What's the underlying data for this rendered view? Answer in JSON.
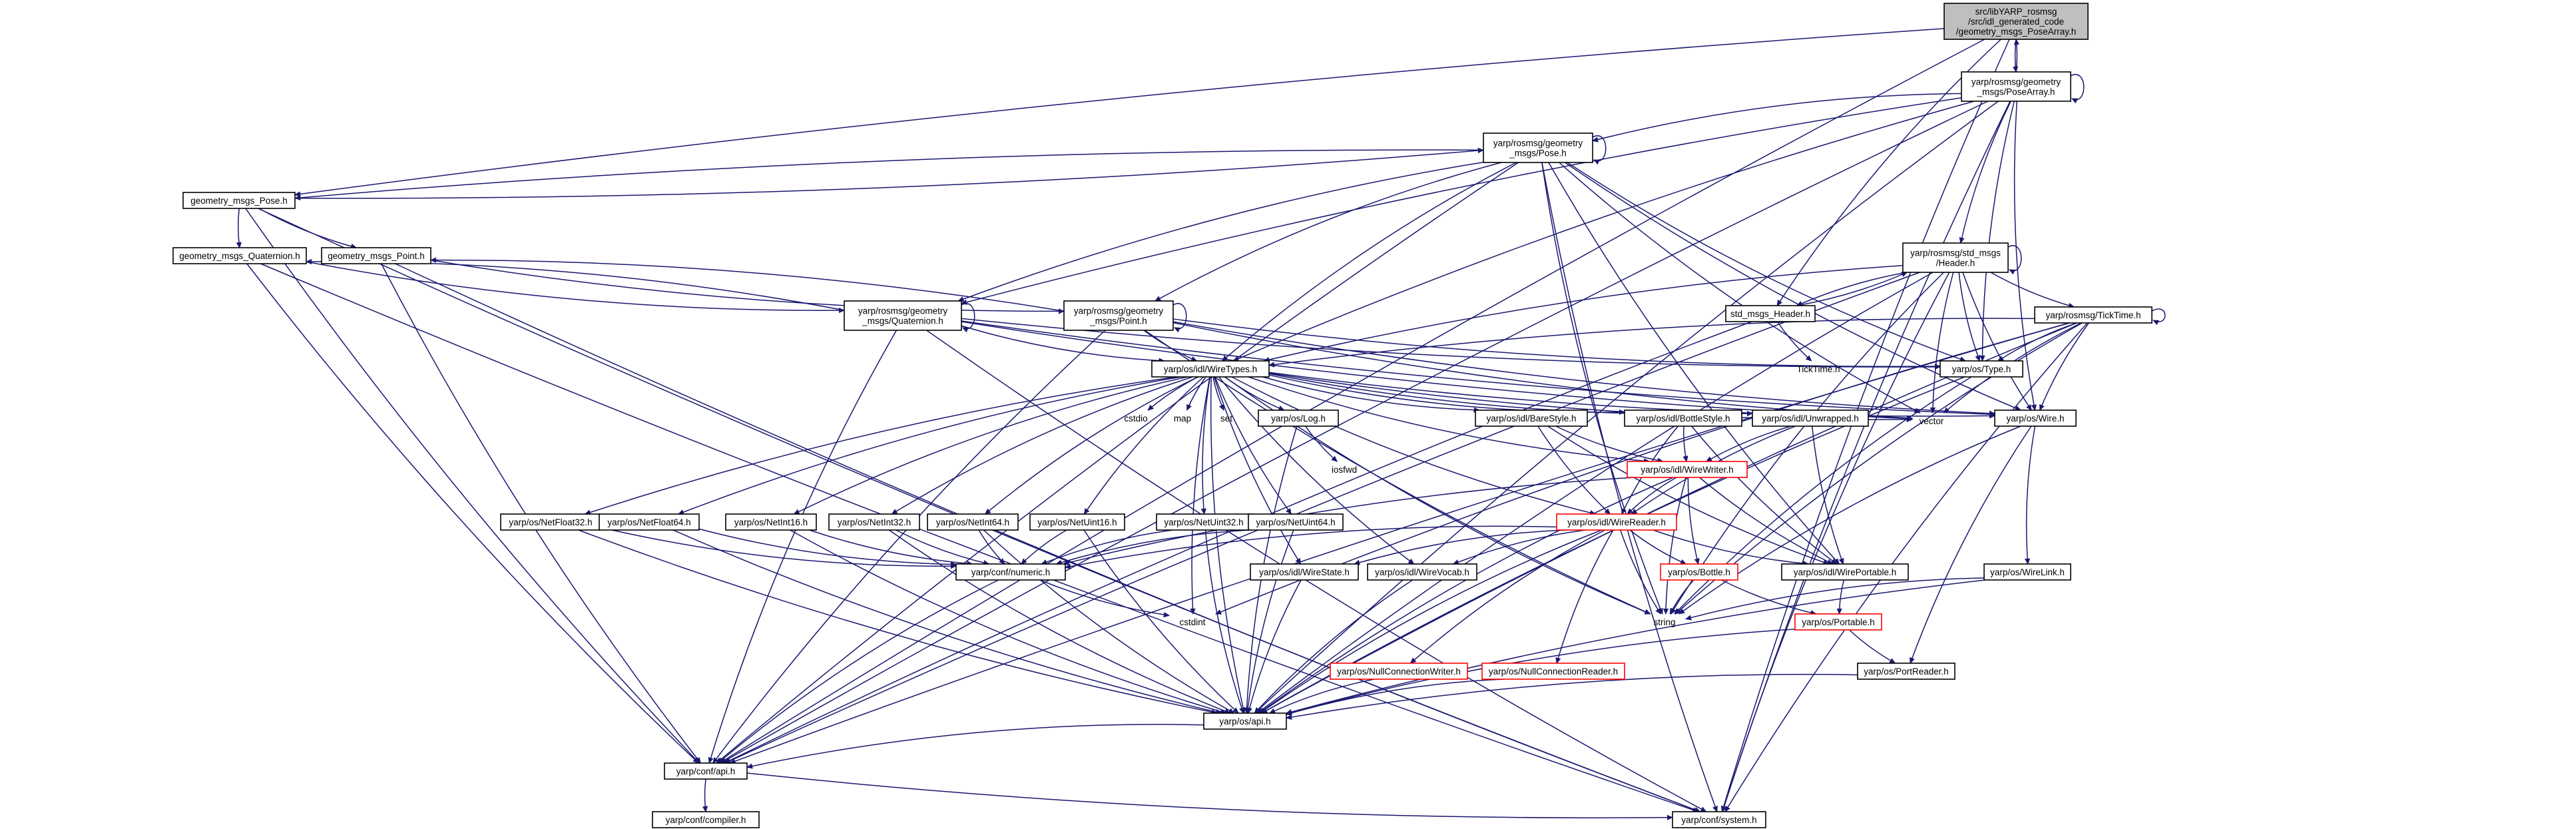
{
  "nodes": {
    "root": [
      "src/libYARP_rosmsg",
      "/src/idl_generated_code",
      "/geometry_msgs_PoseArray.h"
    ],
    "posearray": [
      "yarp/rosmsg/geometry",
      "_msgs/PoseArray.h"
    ],
    "rosmsg_pose": [
      "yarp/rosmsg/geometry",
      "_msgs/Pose.h"
    ],
    "gm_pose": [
      "geometry_msgs_Pose.h"
    ],
    "gm_quat": [
      "geometry_msgs_Quaternion.h"
    ],
    "gm_point": [
      "geometry_msgs_Point.h"
    ],
    "rosmsg_quat": [
      "yarp/rosmsg/geometry",
      "_msgs/Quaternion.h"
    ],
    "rosmsg_point": [
      "yarp/rosmsg/geometry",
      "_msgs/Point.h"
    ],
    "std_header": [
      "yarp/rosmsg/std_msgs",
      "/Header.h"
    ],
    "std_msgs_header": [
      "std_msgs_Header.h"
    ],
    "ticktime": [
      "yarp/rosmsg/TickTime.h"
    ],
    "ticktime_plain": [
      "TickTime.h"
    ],
    "type_h": [
      "yarp/os/Type.h"
    ],
    "wiretypes": [
      "yarp/os/idl/WireTypes.h"
    ],
    "cstdio": [
      "cstdio"
    ],
    "map": [
      "map"
    ],
    "set": [
      "set"
    ],
    "log": [
      "yarp/os/Log.h"
    ],
    "iosfwd": [
      "iosfwd"
    ],
    "barestyle": [
      "yarp/os/idl/BareStyle.h"
    ],
    "bottlestyle": [
      "yarp/os/idl/BottleStyle.h"
    ],
    "unwrapped": [
      "yarp/os/idl/Unwrapped.h"
    ],
    "vector": [
      "vector"
    ],
    "wire": [
      "yarp/os/Wire.h"
    ],
    "wirewriter": [
      "yarp/os/idl/WireWriter.h"
    ],
    "wirereader": [
      "yarp/os/idl/WireReader.h"
    ],
    "netfloat32": [
      "yarp/os/NetFloat32.h"
    ],
    "netfloat64": [
      "yarp/os/NetFloat64.h"
    ],
    "netint16": [
      "yarp/os/NetInt16.h"
    ],
    "netint32": [
      "yarp/os/NetInt32.h"
    ],
    "netint64": [
      "yarp/os/NetInt64.h"
    ],
    "netuint16": [
      "yarp/os/NetUint16.h"
    ],
    "netuint32": [
      "yarp/os/NetUint32.h"
    ],
    "netuint64": [
      "yarp/os/NetUint64.h"
    ],
    "numeric": [
      "yarp/conf/numeric.h"
    ],
    "wirestate": [
      "yarp/os/idl/WireState.h"
    ],
    "wirevocab": [
      "yarp/os/idl/WireVocab.h"
    ],
    "bottle": [
      "yarp/os/Bottle.h"
    ],
    "wireportable": [
      "yarp/os/idl/WirePortable.h"
    ],
    "wirelink": [
      "yarp/os/WireLink.h"
    ],
    "cstdint": [
      "cstdint"
    ],
    "string": [
      "string"
    ],
    "portable": [
      "yarp/os/Portable.h"
    ],
    "nullconnwriter": [
      "yarp/os/NullConnectionWriter.h"
    ],
    "nullconnreader": [
      "yarp/os/NullConnectionReader.h"
    ],
    "portreader": [
      "yarp/os/PortReader.h"
    ],
    "os_api": [
      "yarp/os/api.h"
    ],
    "conf_api": [
      "yarp/conf/api.h"
    ],
    "compiler": [
      "yarp/conf/compiler.h"
    ],
    "system": [
      "yarp/conf/system.h"
    ]
  },
  "colors": {
    "edge": "#191970",
    "node_border": "#000000",
    "incomplete_border": "#ff0000",
    "root_fill": "#bfbfbf"
  }
}
